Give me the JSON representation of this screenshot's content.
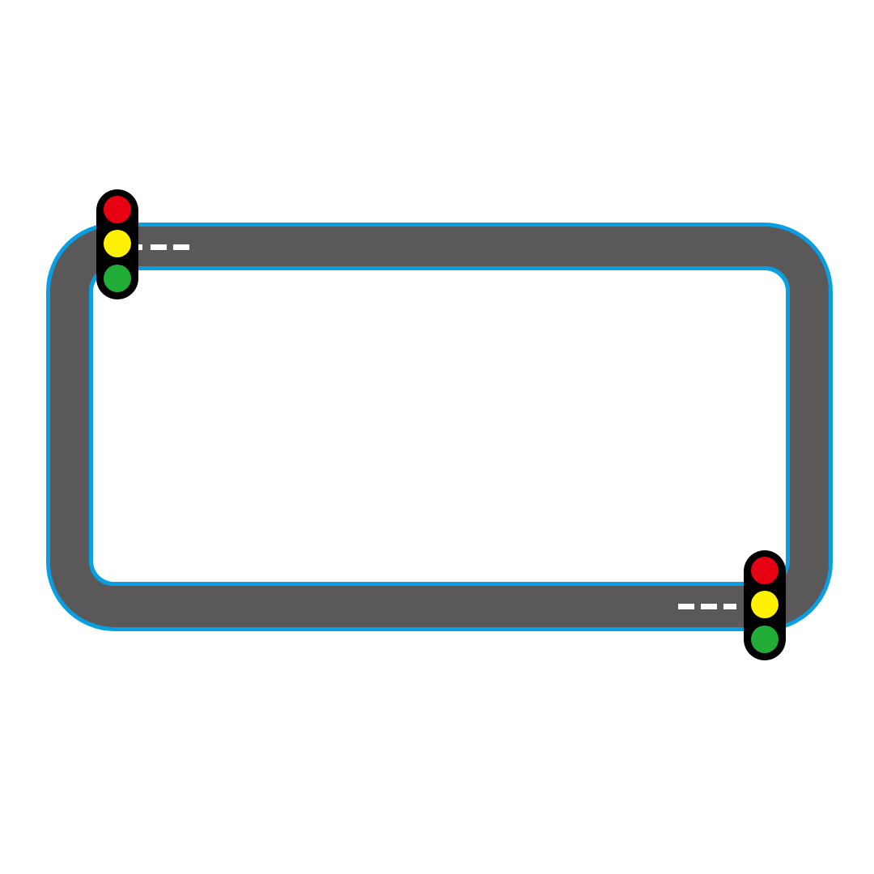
{
  "colors": {
    "background": "#ffffff",
    "road": "#5a5859",
    "road_border": "#0a9ee2",
    "lane_marking": "#ffffff",
    "light_housing": "#000000",
    "light_red": "#e60012",
    "light_yellow": "#fff100",
    "light_green": "#22ac38"
  },
  "road": {
    "shape": "rounded-rectangle loop",
    "lane_marking_style": "dashed"
  },
  "traffic_lights": [
    {
      "name": "traffic-light-top-left",
      "lamps": [
        "red",
        "yellow",
        "green"
      ]
    },
    {
      "name": "traffic-light-bottom-right",
      "lamps": [
        "red",
        "yellow",
        "green"
      ]
    }
  ],
  "icons": [
    "traffic-light-icon",
    "road-track-icon"
  ]
}
